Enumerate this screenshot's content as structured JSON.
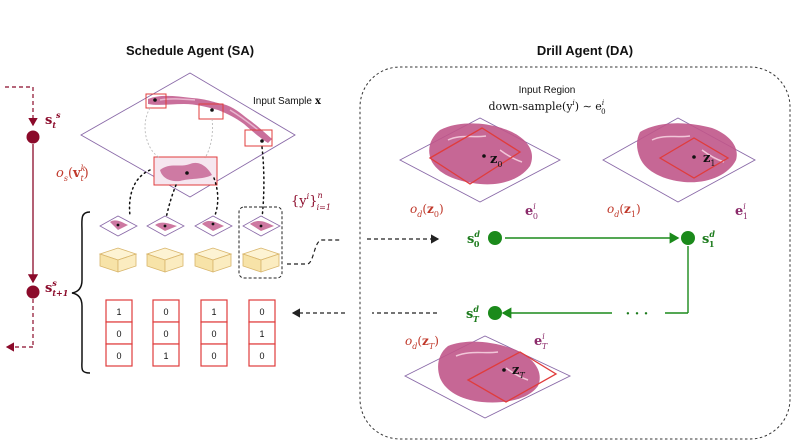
{
  "titles": {
    "schedule_agent": "Schedule Agent (SA)",
    "drill_agent": "Drill Agent (DA)"
  },
  "labels": {
    "input_sample": "Input Sample",
    "input_sample_var": "x",
    "input_region": "Input Region",
    "downsample": "down-sample(y",
    "downsample_rest": ") ∼ e",
    "os_func": "o",
    "od_z0": "o",
    "od_z1": "o",
    "od_zT": "o",
    "dots": "· · ·"
  },
  "math": {
    "st": "s",
    "st1": "s",
    "yi_set": "{y",
    "z0": "z",
    "z1": "z",
    "zT": "z",
    "e0": "e",
    "e1": "e",
    "eT": "e",
    "sd0": "s",
    "sd1": "s",
    "sdT": "s"
  },
  "matrix": {
    "columns": [
      [
        "1",
        "0",
        "0"
      ],
      [
        "0",
        "0",
        "1"
      ],
      [
        "1",
        "0",
        "0"
      ],
      [
        "0",
        "1",
        "0"
      ]
    ]
  },
  "colors": {
    "dark_red": "#8b0a2a",
    "red": "#e03c3c",
    "green": "#1b8a1b",
    "purple_tissue": "#b0507a",
    "cube": "#fbeec2",
    "plane": "#7a5a9a"
  }
}
